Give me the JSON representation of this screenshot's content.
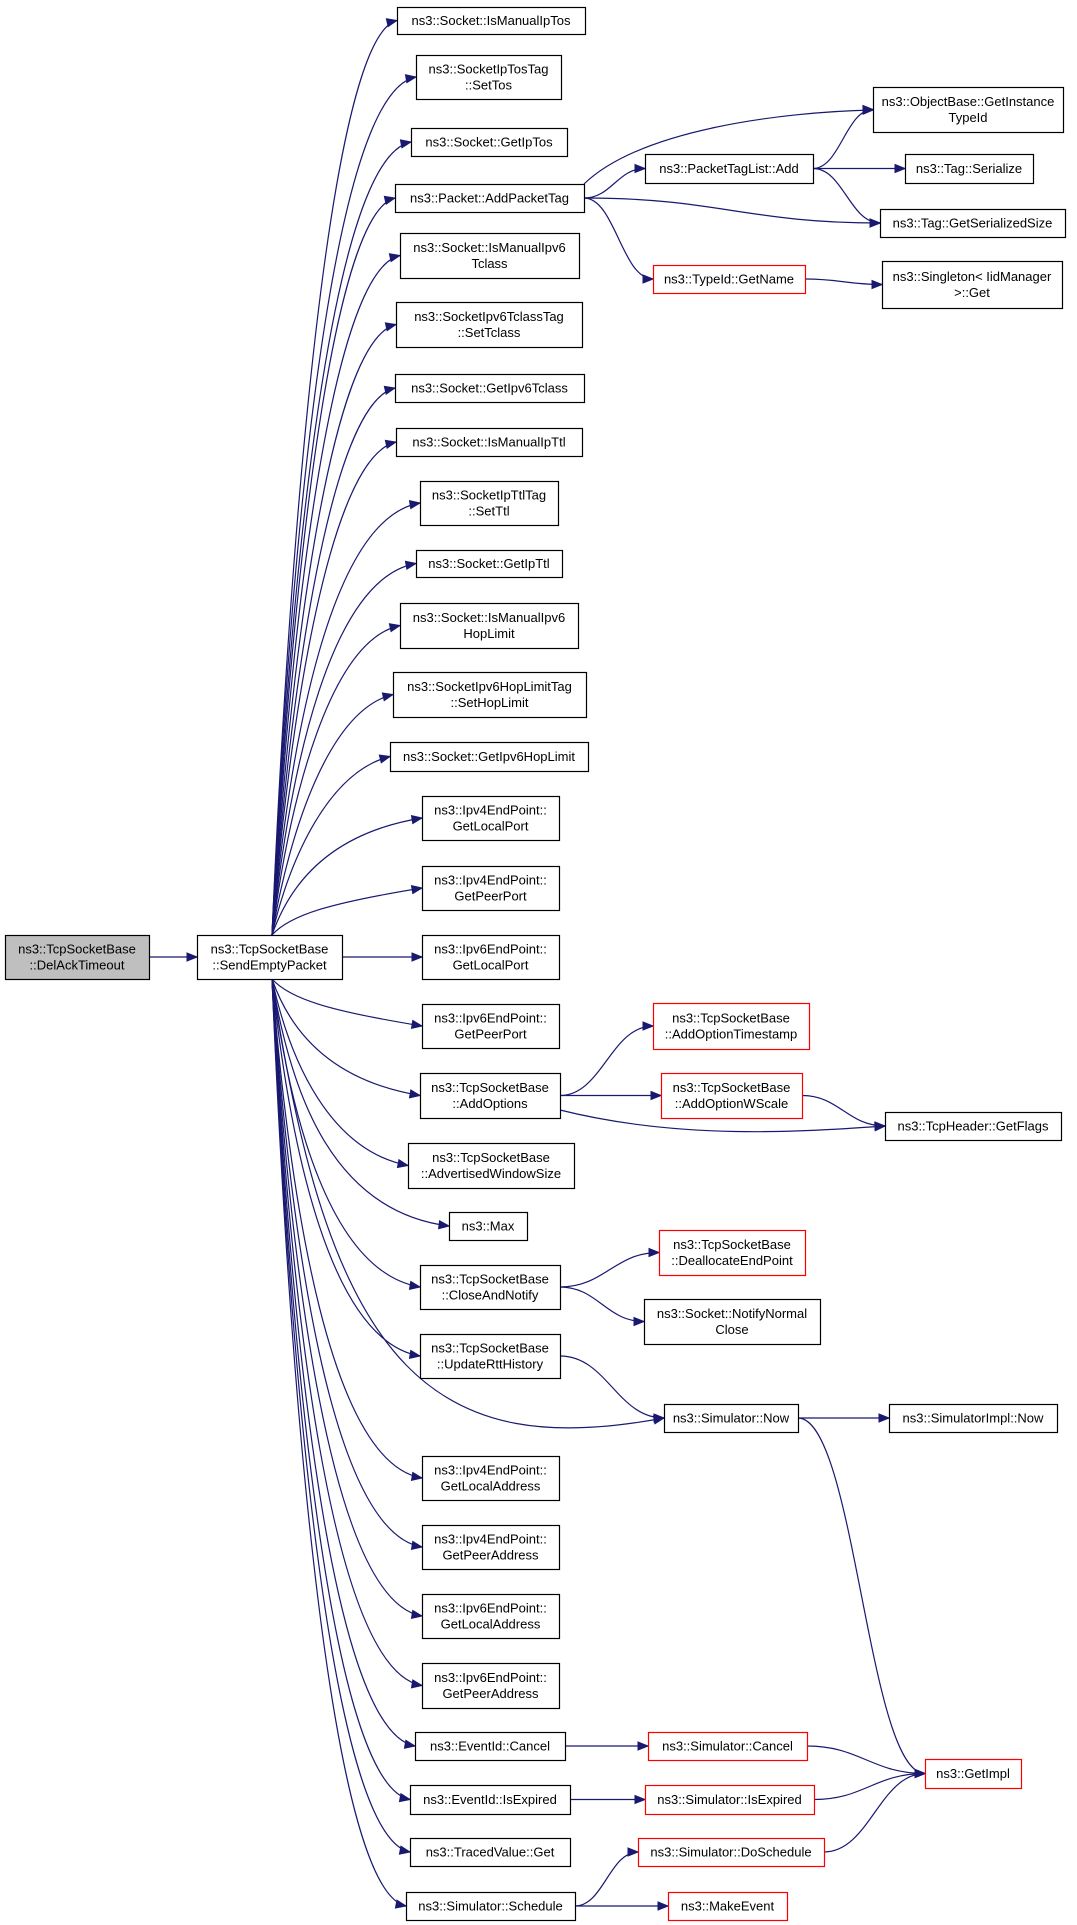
{
  "colors": {
    "edge": "#191970",
    "border_default": "#000000",
    "border_highlight": "#ff0000",
    "root_fill": "#bfbfbf",
    "node_fill": "#ffffff"
  },
  "nodes": {
    "delack": {
      "lines": [
        "ns3::TcpSocketBase",
        "::DelAckTimeout"
      ],
      "root": true
    },
    "sendempty": {
      "lines": [
        "ns3::TcpSocketBase",
        "::SendEmptyPacket"
      ]
    },
    "ismanualiptos": {
      "lines": [
        "ns3::Socket::IsManualIpTos"
      ]
    },
    "iptostag_settos": {
      "lines": [
        "ns3::SocketIpTosTag",
        "::SetTos"
      ]
    },
    "getiptos": {
      "lines": [
        "ns3::Socket::GetIpTos"
      ]
    },
    "addpackettag": {
      "lines": [
        "ns3::Packet::AddPacketTag"
      ]
    },
    "ismanualipv6tclass": {
      "lines": [
        "ns3::Socket::IsManualIpv6",
        "Tclass"
      ]
    },
    "ipv6tclasstag_settclass": {
      "lines": [
        "ns3::SocketIpv6TclassTag",
        "::SetTclass"
      ]
    },
    "getipv6tclass": {
      "lines": [
        "ns3::Socket::GetIpv6Tclass"
      ]
    },
    "ismanualipttl": {
      "lines": [
        "ns3::Socket::IsManualIpTtl"
      ]
    },
    "ipttltag_setttl": {
      "lines": [
        "ns3::SocketIpTtlTag",
        "::SetTtl"
      ]
    },
    "getipttl": {
      "lines": [
        "ns3::Socket::GetIpTtl"
      ]
    },
    "ismanualipv6hoplimit": {
      "lines": [
        "ns3::Socket::IsManualIpv6",
        "HopLimit"
      ]
    },
    "ipv6hoplimittag_set": {
      "lines": [
        "ns3::SocketIpv6HopLimitTag",
        "::SetHopLimit"
      ]
    },
    "getipv6hoplimit": {
      "lines": [
        "ns3::Socket::GetIpv6HopLimit"
      ]
    },
    "ipv4_getlocalport": {
      "lines": [
        "ns3::Ipv4EndPoint::",
        "GetLocalPort"
      ]
    },
    "ipv4_getpeerport": {
      "lines": [
        "ns3::Ipv4EndPoint::",
        "GetPeerPort"
      ]
    },
    "ipv6_getlocalport": {
      "lines": [
        "ns3::Ipv6EndPoint::",
        "GetLocalPort"
      ]
    },
    "ipv6_getpeerport": {
      "lines": [
        "ns3::Ipv6EndPoint::",
        "GetPeerPort"
      ]
    },
    "addoptions": {
      "lines": [
        "ns3::TcpSocketBase",
        "::AddOptions"
      ]
    },
    "advertisedwindowsize": {
      "lines": [
        "ns3::TcpSocketBase",
        "::AdvertisedWindowSize"
      ]
    },
    "max": {
      "lines": [
        "ns3::Max"
      ]
    },
    "closeandnotify": {
      "lines": [
        "ns3::TcpSocketBase",
        "::CloseAndNotify"
      ]
    },
    "updaterttthistory": {
      "lines": [
        "ns3::TcpSocketBase",
        "::UpdateRttHistory"
      ]
    },
    "ipv4_getlocaladdress": {
      "lines": [
        "ns3::Ipv4EndPoint::",
        "GetLocalAddress"
      ]
    },
    "ipv4_getpeeraddress": {
      "lines": [
        "ns3::Ipv4EndPoint::",
        "GetPeerAddress"
      ]
    },
    "ipv6_getlocaladdress": {
      "lines": [
        "ns3::Ipv6EndPoint::",
        "GetLocalAddress"
      ]
    },
    "ipv6_getpeeraddress": {
      "lines": [
        "ns3::Ipv6EndPoint::",
        "GetPeerAddress"
      ]
    },
    "eventid_cancel": {
      "lines": [
        "ns3::EventId::Cancel"
      ]
    },
    "eventid_isexpired": {
      "lines": [
        "ns3::EventId::IsExpired"
      ]
    },
    "tracedvalue_get": {
      "lines": [
        "ns3::TracedValue::Get"
      ]
    },
    "simulator_schedule": {
      "lines": [
        "ns3::Simulator::Schedule"
      ]
    },
    "objectbase_getinstancetypeid": {
      "lines": [
        "ns3::ObjectBase::GetInstance",
        "TypeId"
      ]
    },
    "packettaglist_add": {
      "lines": [
        "ns3::PacketTagList::Add"
      ]
    },
    "tag_serialize": {
      "lines": [
        "ns3::Tag::Serialize"
      ]
    },
    "tag_getserializedsize": {
      "lines": [
        "ns3::Tag::GetSerializedSize"
      ]
    },
    "typeid_getname": {
      "lines": [
        "ns3::TypeId::GetName"
      ],
      "highlight": true
    },
    "singleton_get": {
      "lines": [
        "ns3::Singleton< IidManager",
        ">::Get"
      ]
    },
    "addoptiontimestamp": {
      "lines": [
        "ns3::TcpSocketBase",
        "::AddOptionTimestamp"
      ],
      "highlight": true
    },
    "addoptionwscale": {
      "lines": [
        "ns3::TcpSocketBase",
        "::AddOptionWScale"
      ],
      "highlight": true
    },
    "tcpheader_getflags": {
      "lines": [
        "ns3::TcpHeader::GetFlags"
      ]
    },
    "deallocateendpoint": {
      "lines": [
        "ns3::TcpSocketBase",
        "::DeallocateEndPoint"
      ],
      "highlight": true
    },
    "notifynormalclose": {
      "lines": [
        "ns3::Socket::NotifyNormal",
        "Close"
      ]
    },
    "simulator_now": {
      "lines": [
        "ns3::Simulator::Now"
      ]
    },
    "simulatorimpl_now": {
      "lines": [
        "ns3::SimulatorImpl::Now"
      ]
    },
    "simulator_cancel": {
      "lines": [
        "ns3::Simulator::Cancel"
      ],
      "highlight": true
    },
    "simulator_isexpired": {
      "lines": [
        "ns3::Simulator::IsExpired"
      ],
      "highlight": true
    },
    "simulator_doschedule": {
      "lines": [
        "ns3::Simulator::DoSchedule"
      ],
      "highlight": true
    },
    "makeevent": {
      "lines": [
        "ns3::MakeEvent"
      ],
      "highlight": true
    },
    "getimpl": {
      "lines": [
        "ns3::GetImpl"
      ],
      "highlight": true
    }
  },
  "edges": [
    [
      "delack",
      "sendempty"
    ],
    [
      "sendempty",
      "ismanualiptos"
    ],
    [
      "sendempty",
      "iptostag_settos"
    ],
    [
      "sendempty",
      "getiptos"
    ],
    [
      "sendempty",
      "addpackettag"
    ],
    [
      "sendempty",
      "ismanualipv6tclass"
    ],
    [
      "sendempty",
      "ipv6tclasstag_settclass"
    ],
    [
      "sendempty",
      "getipv6tclass"
    ],
    [
      "sendempty",
      "ismanualipttl"
    ],
    [
      "sendempty",
      "ipttltag_setttl"
    ],
    [
      "sendempty",
      "getipttl"
    ],
    [
      "sendempty",
      "ismanualipv6hoplimit"
    ],
    [
      "sendempty",
      "ipv6hoplimittag_set"
    ],
    [
      "sendempty",
      "getipv6hoplimit"
    ],
    [
      "sendempty",
      "ipv4_getlocalport"
    ],
    [
      "sendempty",
      "ipv4_getpeerport"
    ],
    [
      "sendempty",
      "ipv6_getlocalport"
    ],
    [
      "sendempty",
      "ipv6_getpeerport"
    ],
    [
      "sendempty",
      "addoptions"
    ],
    [
      "sendempty",
      "advertisedwindowsize"
    ],
    [
      "sendempty",
      "max"
    ],
    [
      "sendempty",
      "closeandnotify"
    ],
    [
      "sendempty",
      "updaterttthistory"
    ],
    [
      "sendempty",
      "simulator_now"
    ],
    [
      "sendempty",
      "ipv4_getlocaladdress"
    ],
    [
      "sendempty",
      "ipv4_getpeeraddress"
    ],
    [
      "sendempty",
      "ipv6_getlocaladdress"
    ],
    [
      "sendempty",
      "ipv6_getpeeraddress"
    ],
    [
      "sendempty",
      "eventid_cancel"
    ],
    [
      "sendempty",
      "eventid_isexpired"
    ],
    [
      "sendempty",
      "tracedvalue_get"
    ],
    [
      "sendempty",
      "simulator_schedule"
    ],
    [
      "addpackettag",
      "objectbase_getinstancetypeid"
    ],
    [
      "addpackettag",
      "packettaglist_add"
    ],
    [
      "addpackettag",
      "tag_getserializedsize"
    ],
    [
      "addpackettag",
      "typeid_getname"
    ],
    [
      "packettaglist_add",
      "objectbase_getinstancetypeid"
    ],
    [
      "packettaglist_add",
      "tag_serialize"
    ],
    [
      "packettaglist_add",
      "tag_getserializedsize"
    ],
    [
      "typeid_getname",
      "singleton_get"
    ],
    [
      "addoptions",
      "addoptiontimestamp"
    ],
    [
      "addoptions",
      "addoptionwscale"
    ],
    [
      "addoptions",
      "tcpheader_getflags"
    ],
    [
      "addoptionwscale",
      "tcpheader_getflags"
    ],
    [
      "closeandnotify",
      "deallocateendpoint"
    ],
    [
      "closeandnotify",
      "notifynormalclose"
    ],
    [
      "updaterttthistory",
      "simulator_now"
    ],
    [
      "simulator_now",
      "simulatorimpl_now"
    ],
    [
      "simulator_now",
      "getimpl"
    ],
    [
      "eventid_cancel",
      "simulator_cancel"
    ],
    [
      "simulator_cancel",
      "getimpl"
    ],
    [
      "eventid_isexpired",
      "simulator_isexpired"
    ],
    [
      "simulator_isexpired",
      "getimpl"
    ],
    [
      "simulator_schedule",
      "simulator_doschedule"
    ],
    [
      "simulator_schedule",
      "makeevent"
    ],
    [
      "simulator_doschedule",
      "getimpl"
    ]
  ]
}
